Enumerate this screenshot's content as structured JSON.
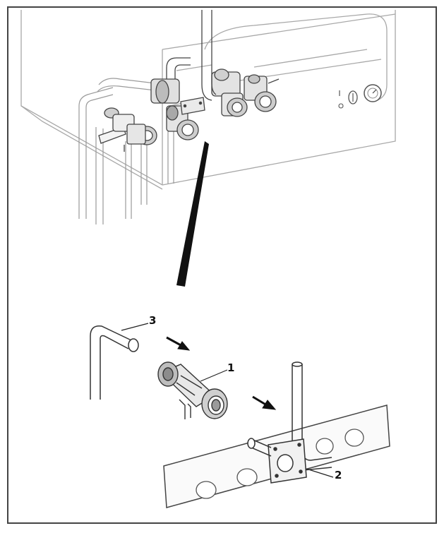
{
  "callouts": {
    "one": "1",
    "two": "2",
    "three": "3"
  },
  "colors": {
    "frame": "#444444",
    "line": "#555555",
    "faint_line": "#9a9a9a",
    "fill_light": "#f2f2f2",
    "fill_mid": "#d8d8d8",
    "fill_dark": "#7a7a7a",
    "arrow": "#111111"
  }
}
